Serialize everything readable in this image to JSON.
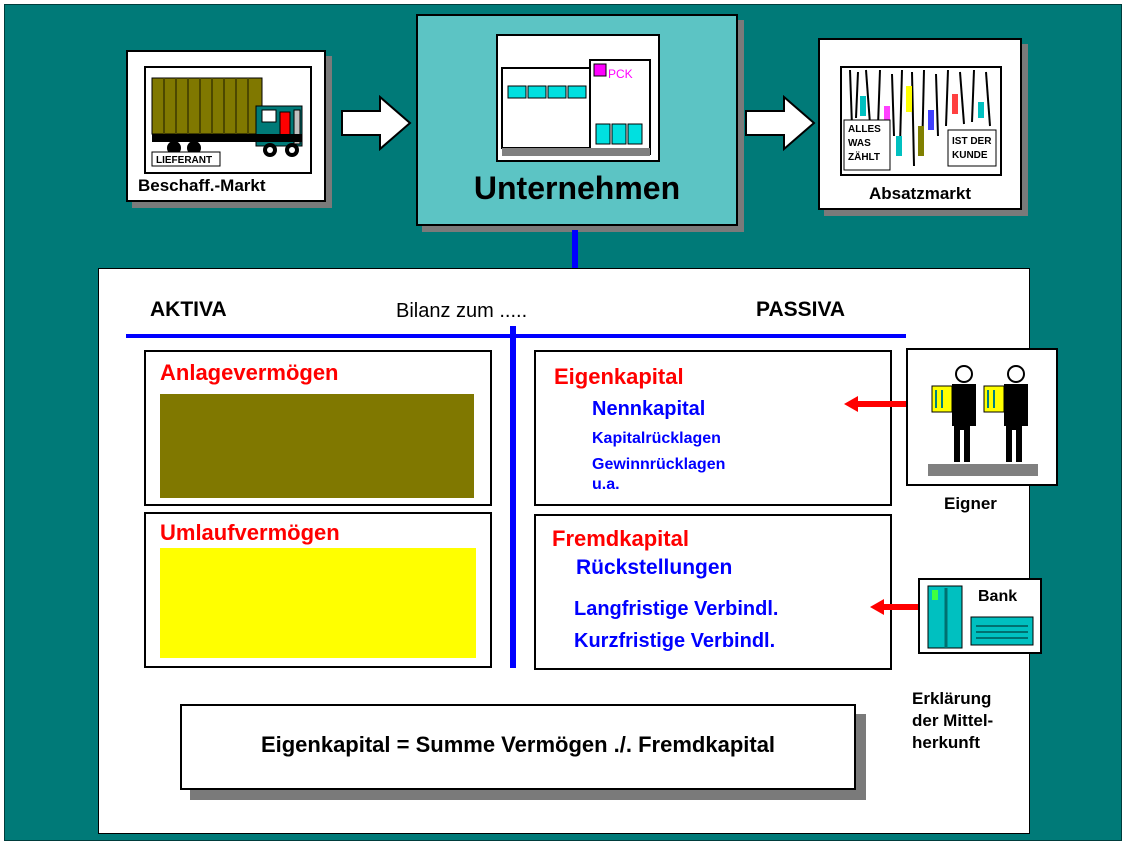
{
  "top": {
    "supplier": {
      "label": "Beschaff.-Markt",
      "truck_sign": "LIEFERANT"
    },
    "company": {
      "label": "Unternehmen",
      "building_sign": "PCK"
    },
    "market": {
      "label": "Absatzmarkt",
      "sign_left": [
        "ALLES",
        "WAS",
        "ZÄHLT"
      ],
      "sign_right": [
        "IST DER",
        "KUNDE"
      ]
    }
  },
  "balance": {
    "aktiva": "AKTIVA",
    "title": "Bilanz zum .....",
    "passiva": "PASSIVA",
    "anlage": {
      "title": "Anlagevermögen",
      "color": "#807800"
    },
    "umlauf": {
      "title": "Umlaufvermögen",
      "color": "#ffff00"
    },
    "eigenkapital": {
      "title": "Eigenkapital",
      "items": [
        "Nennkapital",
        "Kapitalrücklagen",
        "Gewinnrücklagen",
        "u.a."
      ]
    },
    "fremdkapital": {
      "title": "Fremdkapital",
      "items": [
        "Rückstellungen",
        "Langfristige Verbindl.",
        "Kurzfristige Verbindl."
      ]
    },
    "eigner_label": "Eigner",
    "bank_label": "Bank",
    "explanation": [
      "Erklärung",
      "der Mittel-",
      "herkunft"
    ],
    "formula": "Eigenkapital = Summe Vermögen ./. Fremdkapital"
  },
  "colors": {
    "teal": "#007a78",
    "title_red": "#ff0000",
    "item_blue": "#0000ff",
    "divider_blue": "#0000ff"
  }
}
